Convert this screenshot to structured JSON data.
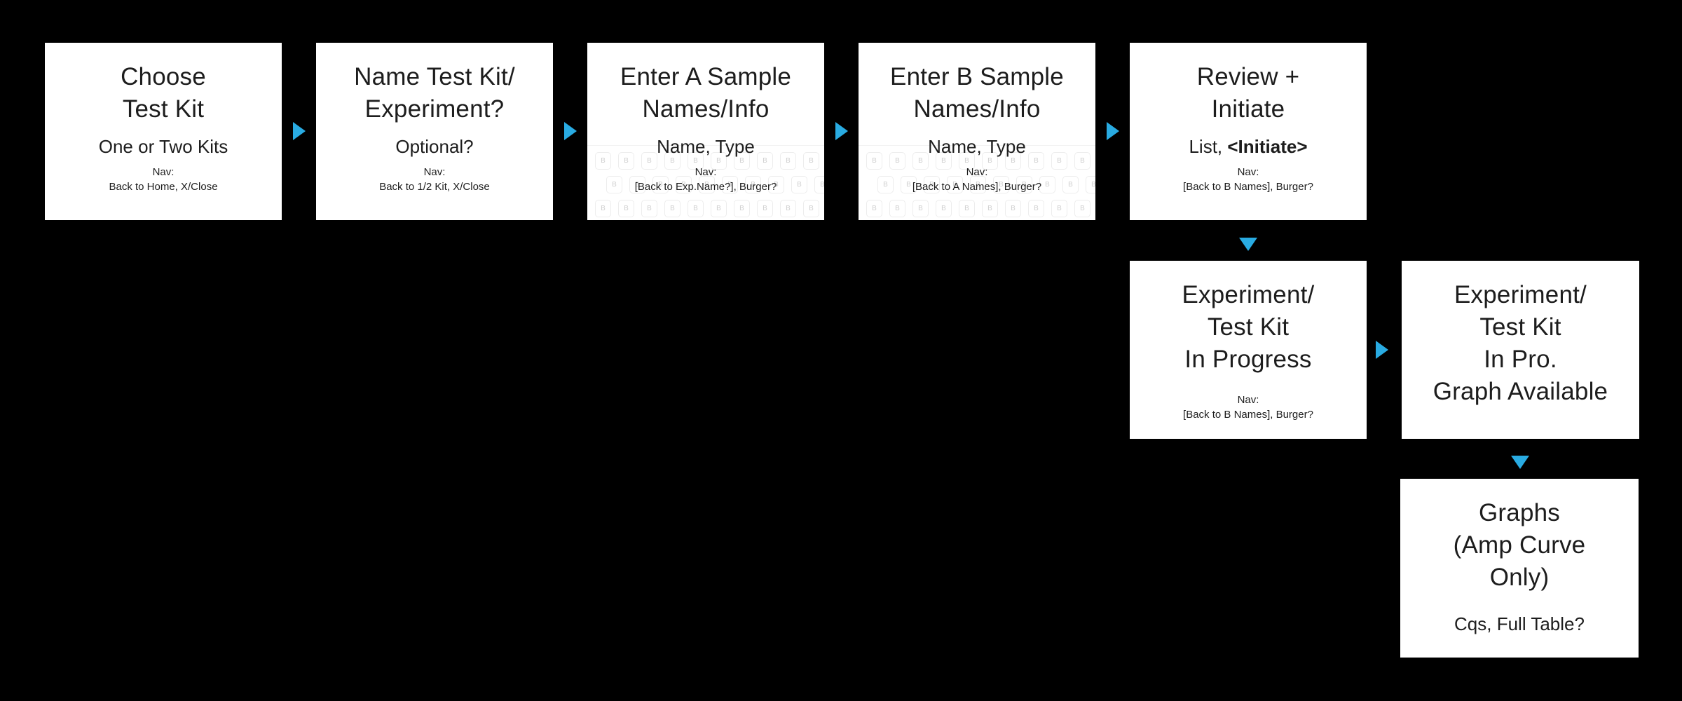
{
  "diagram": {
    "background_color": "#000000",
    "box_background_color": "#ffffff",
    "text_color": "#1d1d1d",
    "arrow_color": "#29abe2",
    "pattern_char": "B",
    "boxes": [
      {
        "id": "choose-test-kit",
        "title_lines": [
          "Choose",
          "Test Kit"
        ],
        "subtitle": "One or Two Kits",
        "nav_label": "Nav:",
        "nav_detail": "Back to Home, X/Close"
      },
      {
        "id": "name-test-kit",
        "title_lines": [
          "Name Test Kit/",
          "Experiment?"
        ],
        "subtitle": "Optional?",
        "nav_label": "Nav:",
        "nav_detail": "Back to 1/2 Kit, X/Close"
      },
      {
        "id": "enter-a-sample-names",
        "title_lines": [
          "Enter A Sample",
          "Names/Info"
        ],
        "subtitle": "Name, Type",
        "nav_label": "Nav:",
        "nav_detail": "[Back to Exp.Name?], Burger?"
      },
      {
        "id": "enter-b-sample-names",
        "title_lines": [
          "Enter B Sample",
          "Names/Info"
        ],
        "subtitle": "Name, Type",
        "nav_label": "Nav:",
        "nav_detail": "[Back to A Names], Burger?"
      },
      {
        "id": "review-initiate",
        "title_lines": [
          "Review +",
          "Initiate"
        ],
        "subtitle_prefix": "List, ",
        "subtitle_bold": "<Initiate>",
        "nav_label": "Nav:",
        "nav_detail": "[Back to B Names], Burger?"
      },
      {
        "id": "experiment-in-progress",
        "title_lines": [
          "Experiment/",
          "Test Kit",
          "In Progress"
        ],
        "nav_label": "Nav:",
        "nav_detail": "[Back to B Names], Burger?"
      },
      {
        "id": "experiment-in-progress-graph-available",
        "title_lines": [
          "Experiment/",
          "Test Kit",
          "In Pro.",
          "Graph Available"
        ]
      },
      {
        "id": "graphs-amp-curve-only",
        "title_lines": [
          "Graphs",
          "(Amp Curve",
          "Only)"
        ],
        "subtitle": "Cqs, Full Table?"
      }
    ],
    "connections": [
      {
        "from": "choose-test-kit",
        "to": "name-test-kit",
        "direction": "right"
      },
      {
        "from": "name-test-kit",
        "to": "enter-a-sample-names",
        "direction": "right"
      },
      {
        "from": "enter-a-sample-names",
        "to": "enter-b-sample-names",
        "direction": "right"
      },
      {
        "from": "enter-b-sample-names",
        "to": "review-initiate",
        "direction": "right"
      },
      {
        "from": "review-initiate",
        "to": "experiment-in-progress",
        "direction": "down"
      },
      {
        "from": "experiment-in-progress",
        "to": "experiment-in-progress-graph-available",
        "direction": "right"
      },
      {
        "from": "experiment-in-progress-graph-available",
        "to": "graphs-amp-curve-only",
        "direction": "down"
      }
    ]
  }
}
